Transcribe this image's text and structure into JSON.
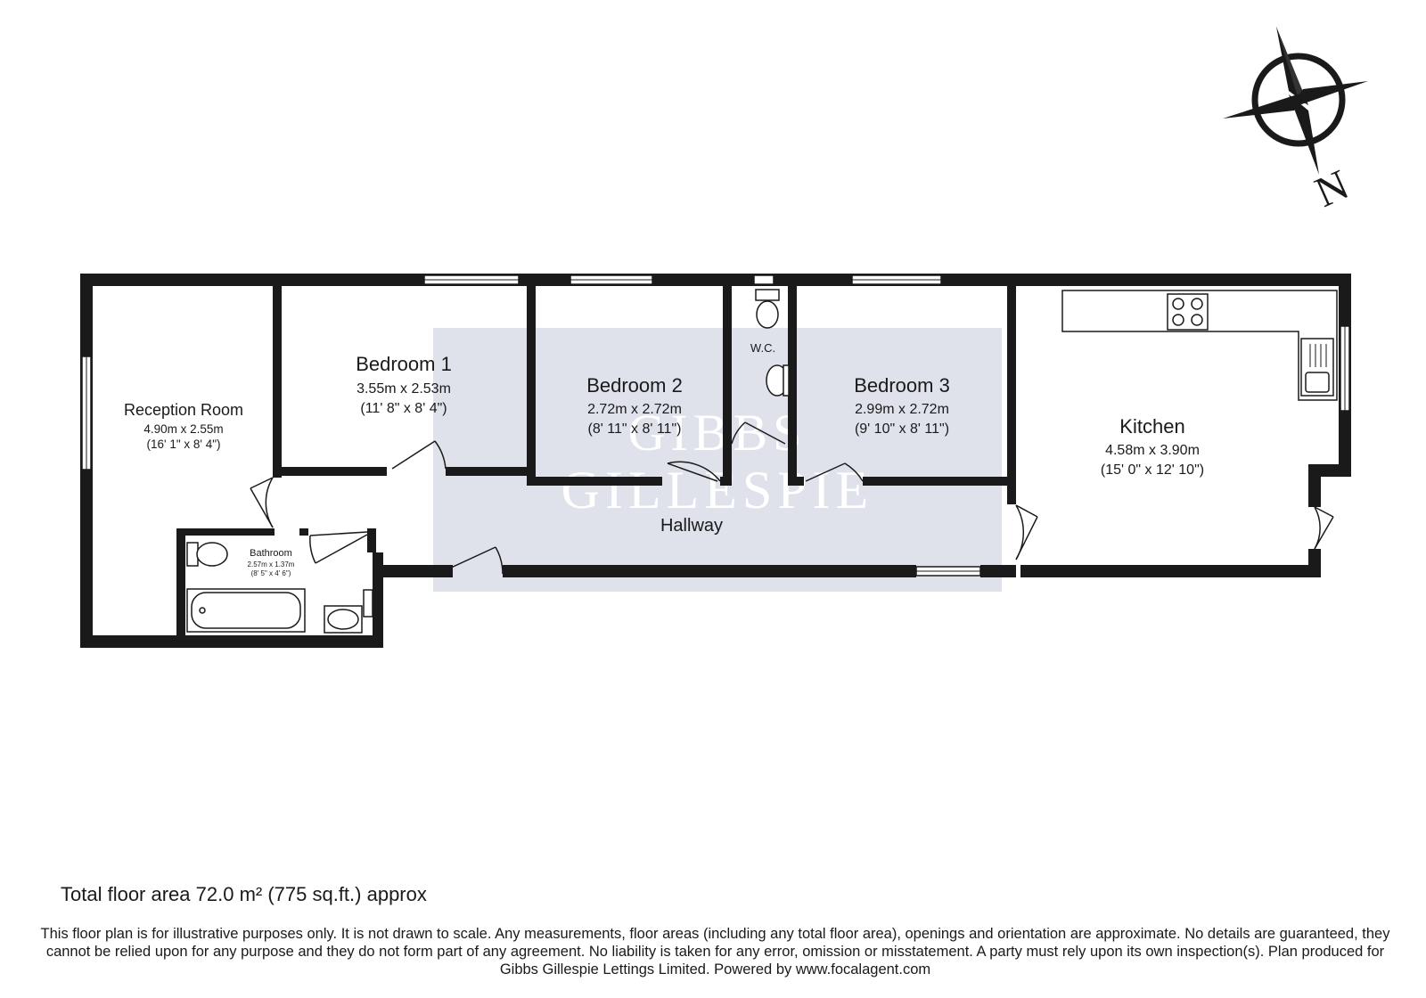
{
  "watermark": {
    "line1": "GIBBS",
    "line2": "GILLESPIE"
  },
  "compass": {
    "label": "N"
  },
  "rooms": {
    "reception": {
      "name": "Reception Room",
      "metric": "4.90m x 2.55m",
      "imperial": "(16' 1\" x 8' 4\")"
    },
    "bedroom1": {
      "name": "Bedroom 1",
      "metric": "3.55m x 2.53m",
      "imperial": "(11' 8\" x 8' 4\")"
    },
    "bedroom2": {
      "name": "Bedroom 2",
      "metric": "2.72m x 2.72m",
      "imperial": "(8' 11\" x 8' 11\")"
    },
    "wc": {
      "name": "W.C."
    },
    "bedroom3": {
      "name": "Bedroom 3",
      "metric": "2.99m x 2.72m",
      "imperial": "(9' 10\" x 8' 11\")"
    },
    "kitchen": {
      "name": "Kitchen",
      "metric": "4.58m x 3.90m",
      "imperial": "(15' 0\" x 12' 10\")"
    },
    "bathroom": {
      "name": "Bathroom",
      "metric": "2.57m x 1.37m",
      "imperial": "(8' 5\" x 4' 6\")"
    },
    "hallway": {
      "name": "Hallway"
    }
  },
  "footer": {
    "total_area": "Total floor area 72.0 m² (775 sq.ft.) approx",
    "disclaimer": "This floor plan is for illustrative purposes only. It is not drawn to scale. Any measurements, floor areas (including any total floor area), openings and orientation are approximate. No details are guaranteed, they cannot be relied upon for any purpose and they do not form part of any agreement. No liability is taken for any error, omission or misstatement. A party must rely upon its own inspection(s). Plan produced for Gibbs Gillespie Lettings Limited. Powered by www.focalagent.com"
  },
  "colors": {
    "wall": "#1a1a1a",
    "watermark_panel": "#d9dde6",
    "background": "#ffffff"
  }
}
